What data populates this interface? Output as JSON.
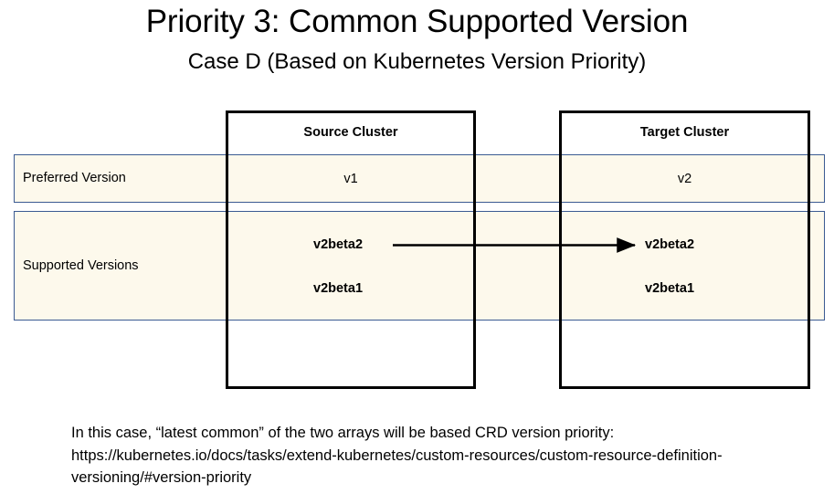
{
  "slide": {
    "title": "Priority 3: Common Supported Version",
    "subtitle": "Case D (Based on Kubernetes Version Priority)",
    "footnote": "In this case, “latest common” of the two arrays will be based CRD version priority: https://kubernetes.io/docs/tasks/extend-kubernetes/custom-resources/custom-resource-definition-versioning/#version-priority"
  },
  "colors": {
    "row_background": "#fdf9ec",
    "row_border": "#3b5a92",
    "box_border": "#000000",
    "text": "#000000",
    "page_background": "#ffffff"
  },
  "table": {
    "columns": [
      {
        "key": "source",
        "header": "Source Cluster"
      },
      {
        "key": "target",
        "header": "Target Cluster"
      }
    ],
    "rows": [
      {
        "label": "Preferred Version",
        "source": "v1",
        "target": "v2"
      },
      {
        "label": "Supported Versions",
        "source_versions": [
          "v2beta2",
          "v2beta1"
        ],
        "target_versions": [
          "v2beta2",
          "v2beta1"
        ]
      }
    ]
  },
  "arrow": {
    "icon": "arrow-right-icon",
    "from_label": "v2beta2",
    "to_label": "v2beta2",
    "from_column": "source",
    "to_column": "target"
  }
}
